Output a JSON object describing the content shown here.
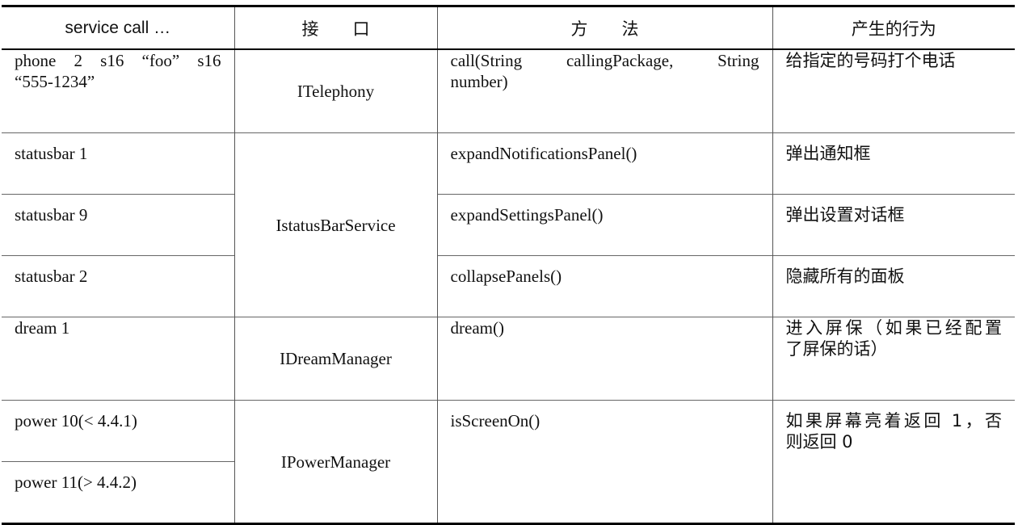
{
  "headers": {
    "service_call": "service call …",
    "interface": "接　　口",
    "method": "方　　法",
    "behavior": "产生的行为"
  },
  "rows": [
    {
      "call_line1": "phone 2 s16 “foo” s16",
      "call_line2": "“555-1234”",
      "interface": "ITelephony",
      "method_line1": "call(String callingPackage, String",
      "method_line2": "number)",
      "behavior": "给指定的号码打个电话"
    },
    {
      "call": "statusbar 1",
      "interface": "IstatusBarService",
      "method": "expandNotificationsPanel()",
      "behavior": "弹出通知框"
    },
    {
      "call": "statusbar 9",
      "method": "expandSettingsPanel()",
      "behavior": "弹出设置对话框"
    },
    {
      "call": "statusbar 2",
      "method": "collapsePanels()",
      "behavior": "隐藏所有的面板"
    },
    {
      "call": "dream 1",
      "interface": "IDreamManager",
      "method": "dream()",
      "behavior_line1": "进入屏保（如果已经配置",
      "behavior_line2": "了屏保的话）"
    },
    {
      "call": "power 10(< 4.4.1)",
      "interface": "IPowerManager",
      "method": "isScreenOn()",
      "behavior_line1": "如果屏幕亮着返回 1，否",
      "behavior_line2": "则返回 0"
    },
    {
      "call": "power 11(> 4.4.2)"
    }
  ]
}
